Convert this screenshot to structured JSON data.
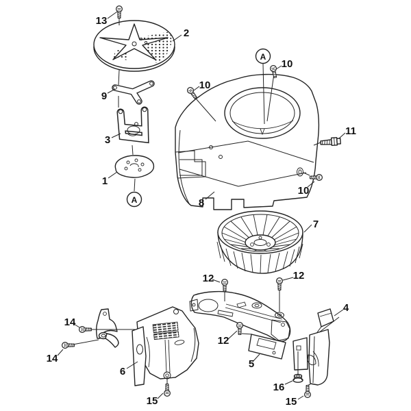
{
  "figure": {
    "type": "exploded-parts-diagram",
    "background_color": "#ffffff",
    "line_color": "#222222",
    "label_color": "#111111"
  },
  "callouts": {
    "n1": "1",
    "n2": "2",
    "n3": "3",
    "n4": "4",
    "n5": "5",
    "n6": "6",
    "n7": "7",
    "n8": "8",
    "n9": "9",
    "n10": "10",
    "n11": "11",
    "n12": "12",
    "n13": "13",
    "n14": "14",
    "n15": "15",
    "n16": "16",
    "refA": "A"
  }
}
